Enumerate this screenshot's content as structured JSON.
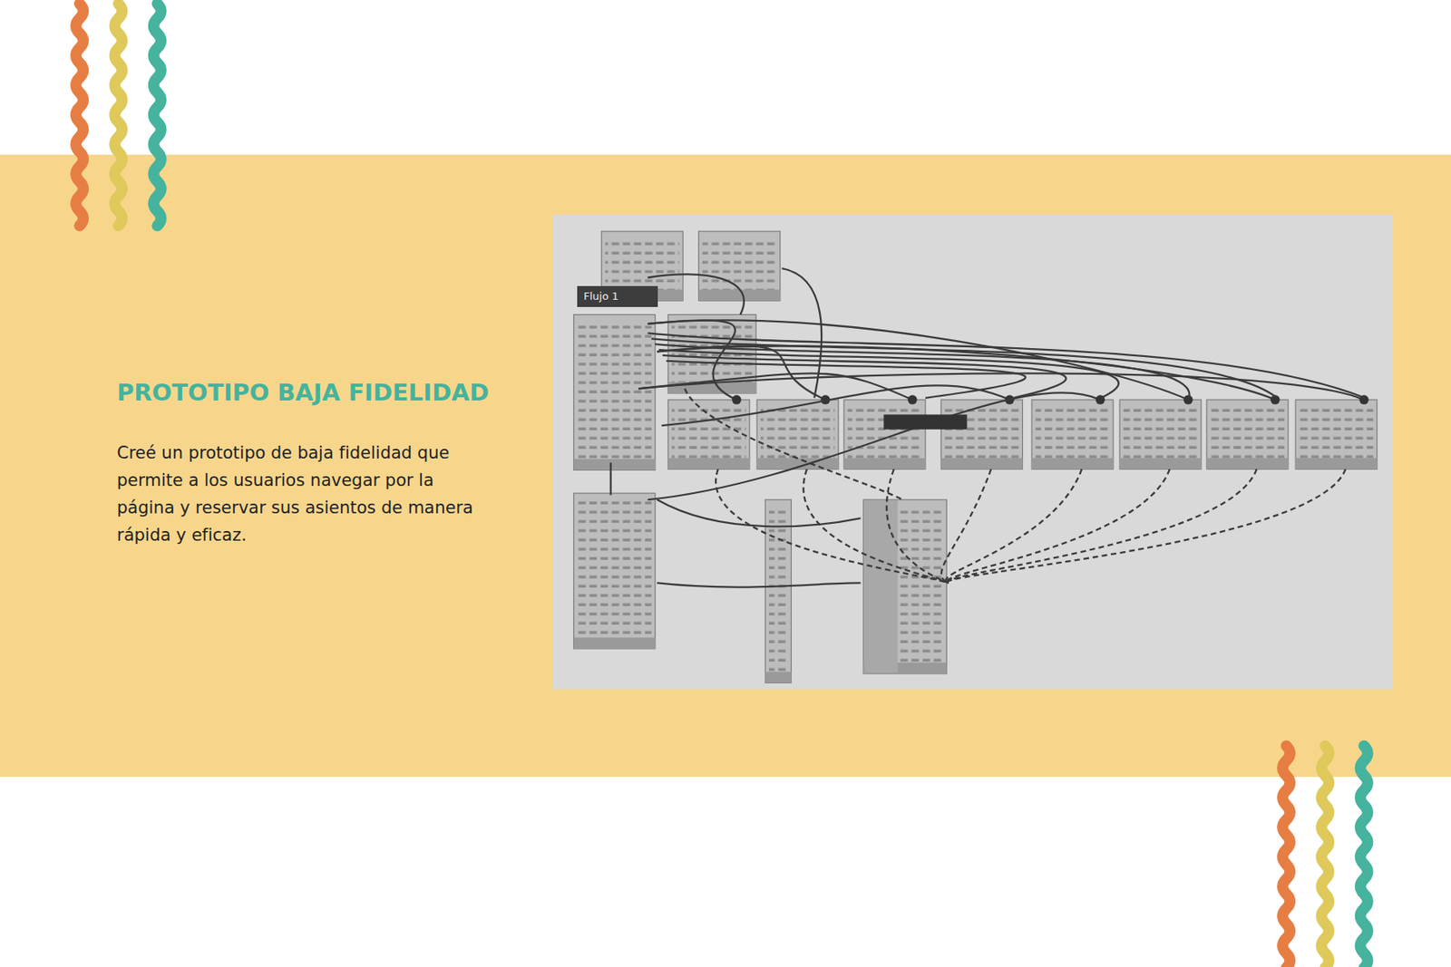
{
  "diagram": {
    "title": "PROTOTIPO BAJA FIDELIDAD",
    "labels": [
      "Creé un prototipo de baja fidelidad que permite a los usuarios navegar por la página y reservar sus asientos de manera rápida y eficaz.",
      "Flujo 1"
    ]
  }
}
